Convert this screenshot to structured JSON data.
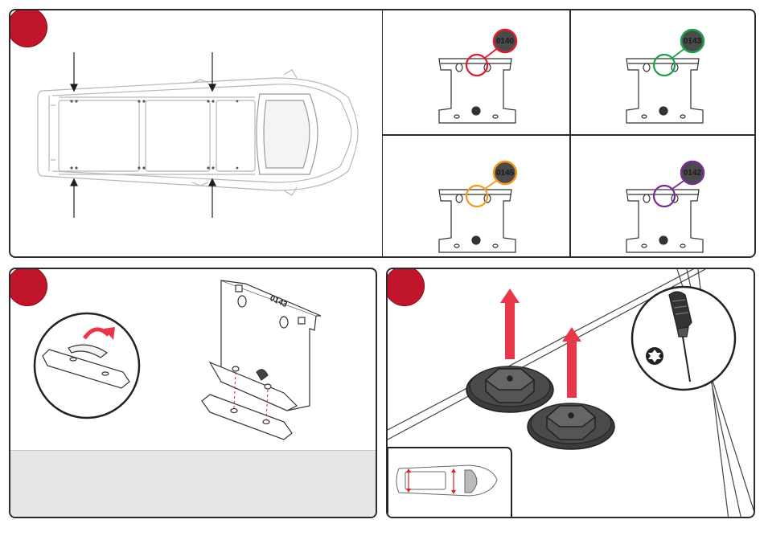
{
  "colors": {
    "step_badge": "#c0152a",
    "lift_arrow": "#e8374a",
    "highlight_red": "#e11b2b",
    "highlight_green": "#1aa34a",
    "highlight_orange": "#f29a1e",
    "highlight_purple": "#7a2c8f",
    "tag_gray": "#4a4a4a",
    "panel_border": "#2b2b2b",
    "gray_box": "#e6e6e8"
  },
  "panels": {
    "top": {
      "brackets": [
        {
          "position": "top-left",
          "code": "0140",
          "highlight": "red"
        },
        {
          "position": "top-right",
          "code": "0143",
          "highlight": "green"
        },
        {
          "position": "bottom-left",
          "code": "0145",
          "highlight": "orange"
        },
        {
          "position": "bottom-right",
          "code": "0142",
          "highlight": "purple"
        }
      ]
    },
    "bottom_left": {
      "bracket_code": "0143"
    }
  },
  "icons": {
    "step_badges": [
      "step-badge-icon",
      "step-badge-icon",
      "step-badge-icon"
    ],
    "torx": "torx-bit-icon",
    "screwdriver": "screwdriver-icon",
    "lift_arrows": [
      "arrow-up-icon",
      "arrow-up-icon"
    ]
  }
}
